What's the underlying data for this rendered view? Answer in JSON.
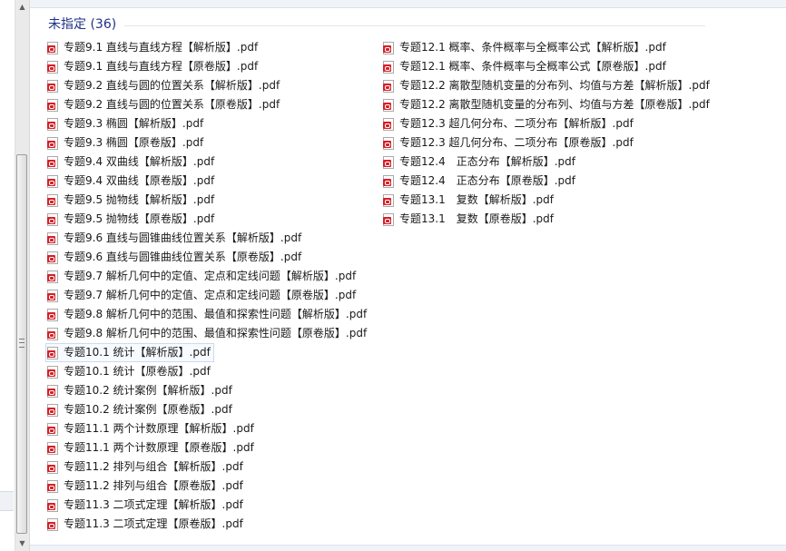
{
  "group": {
    "title": "未指定 (36)"
  },
  "files_left": [
    {
      "name": "专题9.1 直线与直线方程【解析版】.pdf"
    },
    {
      "name": "专题9.1 直线与直线方程【原卷版】.pdf"
    },
    {
      "name": "专题9.2 直线与圆的位置关系【解析版】.pdf"
    },
    {
      "name": "专题9.2 直线与圆的位置关系【原卷版】.pdf"
    },
    {
      "name": "专题9.3 椭圆【解析版】.pdf"
    },
    {
      "name": "专题9.3 椭圆【原卷版】.pdf"
    },
    {
      "name": "专题9.4 双曲线【解析版】.pdf"
    },
    {
      "name": "专题9.4 双曲线【原卷版】.pdf"
    },
    {
      "name": "专题9.5 抛物线【解析版】.pdf"
    },
    {
      "name": "专题9.5 抛物线【原卷版】.pdf"
    },
    {
      "name": "专题9.6 直线与圆锥曲线位置关系【解析版】.pdf"
    },
    {
      "name": "专题9.6 直线与圆锥曲线位置关系【原卷版】.pdf"
    },
    {
      "name": "专题9.7 解析几何中的定值、定点和定线问题【解析版】.pdf"
    },
    {
      "name": "专题9.7 解析几何中的定值、定点和定线问题【原卷版】.pdf"
    },
    {
      "name": "专题9.8 解析几何中的范围、最值和探索性问题【解析版】.pdf"
    },
    {
      "name": "专题9.8 解析几何中的范围、最值和探索性问题【原卷版】.pdf"
    },
    {
      "name": "专题10.1 统计【解析版】.pdf"
    },
    {
      "name": "专题10.1 统计【原卷版】.pdf"
    },
    {
      "name": "专题10.2 统计案例【解析版】.pdf"
    },
    {
      "name": "专题10.2 统计案例【原卷版】.pdf"
    },
    {
      "name": "专题11.1 两个计数原理【解析版】.pdf"
    },
    {
      "name": "专题11.1 两个计数原理【原卷版】.pdf"
    },
    {
      "name": "专题11.2 排列与组合【解析版】.pdf"
    },
    {
      "name": "专题11.2 排列与组合【原卷版】.pdf"
    },
    {
      "name": "专题11.3 二项式定理【解析版】.pdf"
    },
    {
      "name": "专题11.3 二项式定理【原卷版】.pdf"
    }
  ],
  "files_right": [
    {
      "name": "专题12.1 概率、条件概率与全概率公式【解析版】.pdf"
    },
    {
      "name": "专题12.1 概率、条件概率与全概率公式【原卷版】.pdf"
    },
    {
      "name": "专题12.2 离散型随机变量的分布列、均值与方差【解析版】.pdf"
    },
    {
      "name": "专题12.2 离散型随机变量的分布列、均值与方差【原卷版】.pdf"
    },
    {
      "name": "专题12.3 超几何分布、二项分布【解析版】.pdf"
    },
    {
      "name": "专题12.3 超几何分布、二项分布【原卷版】.pdf"
    },
    {
      "name": "专题12.4　正态分布【解析版】.pdf"
    },
    {
      "name": "专题12.4　正态分布【原卷版】.pdf"
    },
    {
      "name": "专题13.1　复数【解析版】.pdf"
    },
    {
      "name": "专题13.1　复数【原卷版】.pdf"
    }
  ],
  "selected": "专题10.1 统计【解析版】.pdf",
  "colors": {
    "group_header": "#1e3287",
    "pdf_red": "#d71f26",
    "selection_border": "#c8dcf1"
  },
  "icons": {
    "file": "pdf-file-icon",
    "scroll_up": "scroll-up-arrow-icon",
    "scroll_down": "scroll-down-arrow-icon"
  }
}
